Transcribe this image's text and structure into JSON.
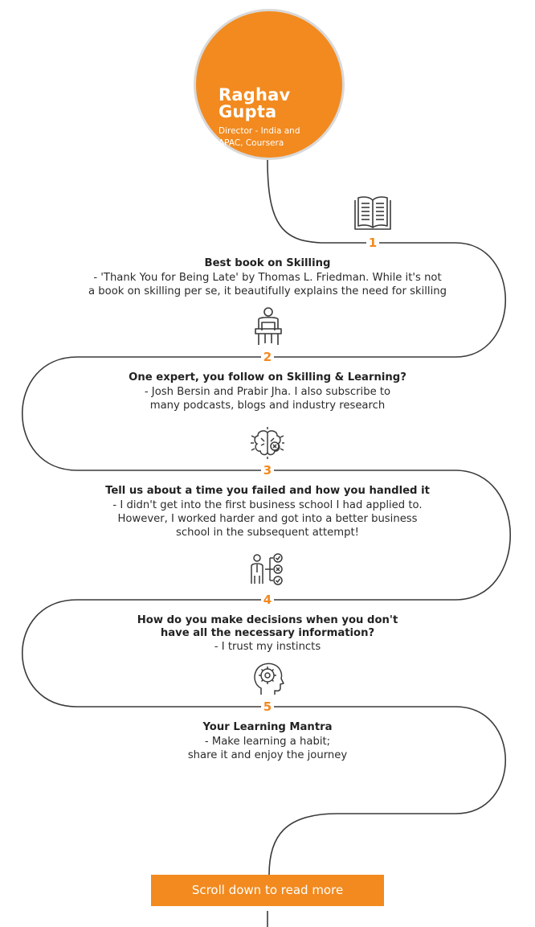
{
  "profile": {
    "first_name": "Raghav",
    "last_name": "Gupta",
    "role_line1": "Director - India and",
    "role_line2": "APAC, Coursera"
  },
  "items": [
    {
      "number": "1",
      "question": "Best book on Skilling",
      "answer_lines": [
        "- 'Thank You for Being Late' by Thomas L. Friedman. While it's not",
        "a book on skilling per se, it beautifully explains the need for skilling"
      ],
      "icon": "book-icon"
    },
    {
      "number": "2",
      "question": "One expert, you follow on Skilling & Learning?",
      "answer_lines": [
        "- Josh Bersin and Prabir Jha. I also subscribe to",
        "many podcasts, blogs and industry research"
      ],
      "icon": "person-at-desk-icon"
    },
    {
      "number": "3",
      "question": "Tell us about a time you failed and how you handled it",
      "answer_lines": [
        "- I didn't get into the first business school I had applied to.",
        "However, I worked harder and got into a better business",
        "school in the subsequent attempt!"
      ],
      "icon": "brain-icon"
    },
    {
      "number": "4",
      "question_lines": [
        "How do you make decisions when you don't",
        "have all the necessary information?"
      ],
      "answer_lines": [
        "- I trust my instincts"
      ],
      "icon": "person-decision-icon"
    },
    {
      "number": "5",
      "question": "Your Learning Mantra",
      "answer_lines": [
        "- Make learning a habit;",
        "share it and enjoy the journey"
      ],
      "icon": "head-gear-icon"
    }
  ],
  "cta": {
    "label": "Scroll down to read more"
  },
  "colors": {
    "accent": "#f28a1f",
    "line": "#3a3a3a",
    "text": "#2a2a2a"
  }
}
